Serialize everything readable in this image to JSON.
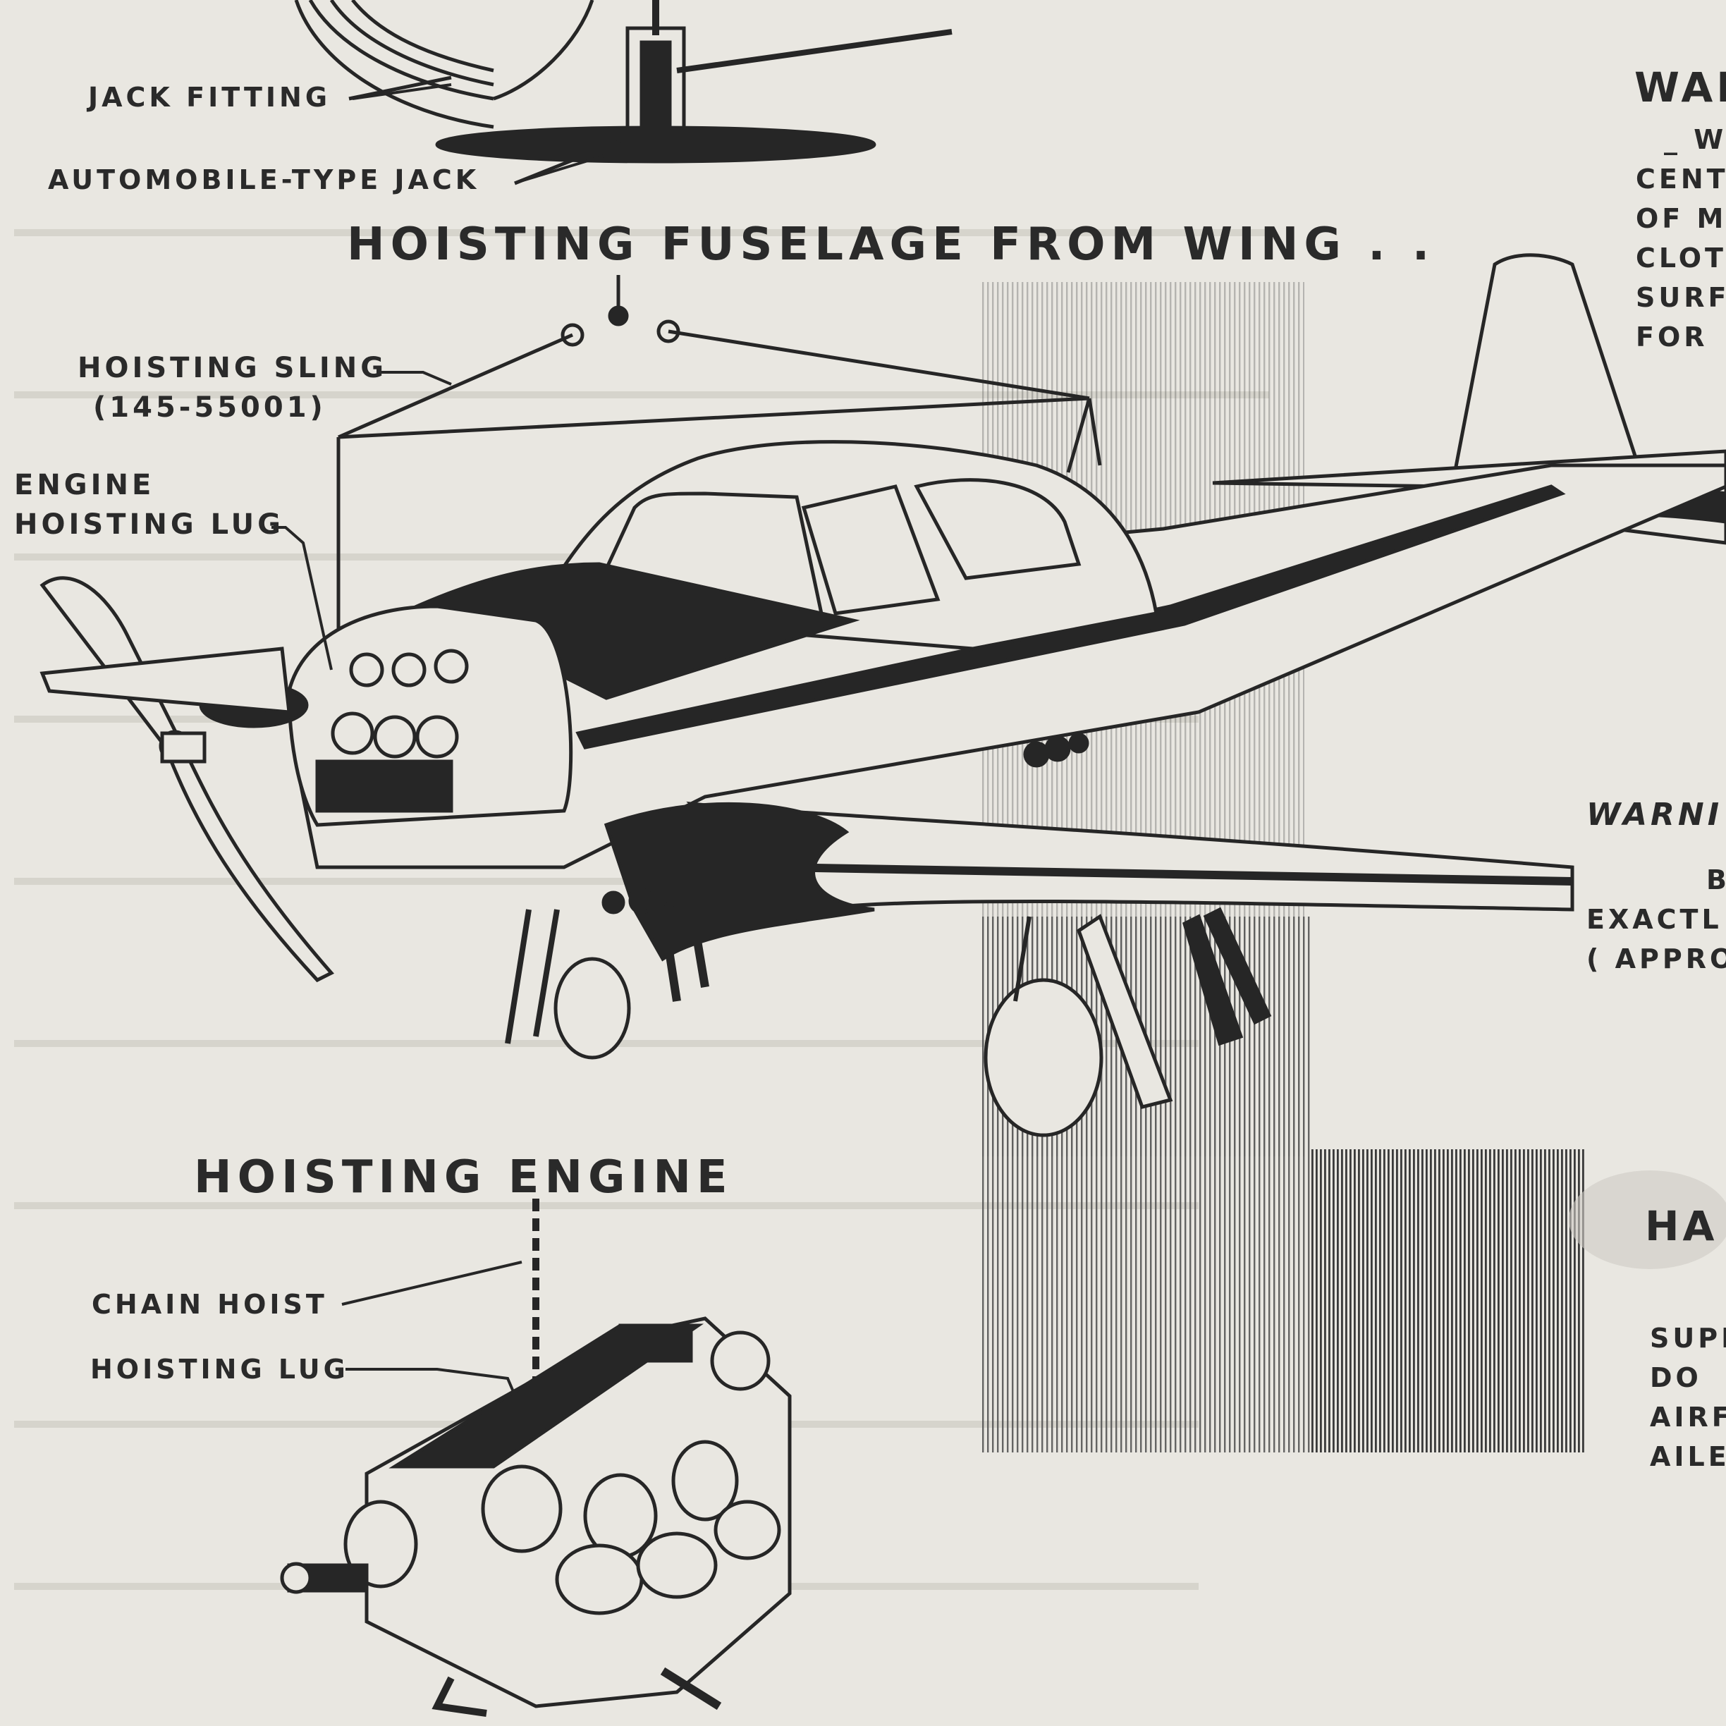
{
  "labels": {
    "jack_fitting": "JACK FITTING",
    "automobile_jack": "AUTOMOBILE-TYPE JACK",
    "hoisting_fuselage_title": "HOISTING FUSELAGE FROM WING . .",
    "hoisting_sling_line1": "HOISTING SLING",
    "hoisting_sling_line2": "(145-55001)",
    "engine_hoisting_lug_line1": "ENGINE",
    "engine_hoisting_lug_line2": "HOISTING LUG",
    "hoisting_engine_title": "HOISTING ENGINE",
    "chain_hoist": "CHAIN HOIST",
    "hoisting_lug": "HOISTING LUG"
  },
  "right_column": {
    "wal_heading": "WAL",
    "wal_lines": [
      "_ W",
      "CENT",
      "OF M",
      "CLOT",
      "SURF",
      "FOR"
    ],
    "warning_heading": "WARNI",
    "warning_lines": [
      "B",
      "EXACTL",
      "( APPRO"
    ],
    "ha_heading": "HA",
    "ha_lines": [
      "SUPE",
      "DO",
      "AIRF",
      "AILE"
    ]
  },
  "colors": {
    "paper": "#e9e7e1",
    "ink": "#262626"
  }
}
